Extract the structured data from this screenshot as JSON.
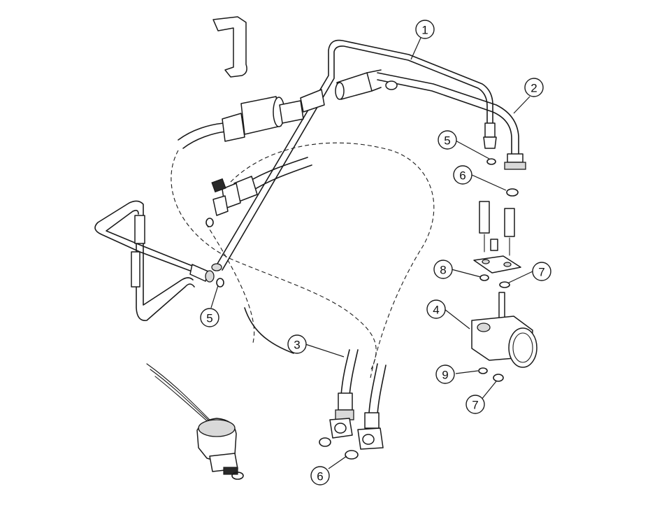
{
  "callouts": [
    {
      "id": "c1",
      "label": "1"
    },
    {
      "id": "c2",
      "label": "2"
    },
    {
      "id": "c3",
      "label": "3"
    },
    {
      "id": "c4",
      "label": "4"
    },
    {
      "id": "c5a",
      "label": "5"
    },
    {
      "id": "c5b",
      "label": "5"
    },
    {
      "id": "c6a",
      "label": "6"
    },
    {
      "id": "c6b",
      "label": "6"
    },
    {
      "id": "c7a",
      "label": "7"
    },
    {
      "id": "c7b",
      "label": "7"
    },
    {
      "id": "c8",
      "label": "8"
    },
    {
      "id": "c9",
      "label": "9"
    }
  ]
}
